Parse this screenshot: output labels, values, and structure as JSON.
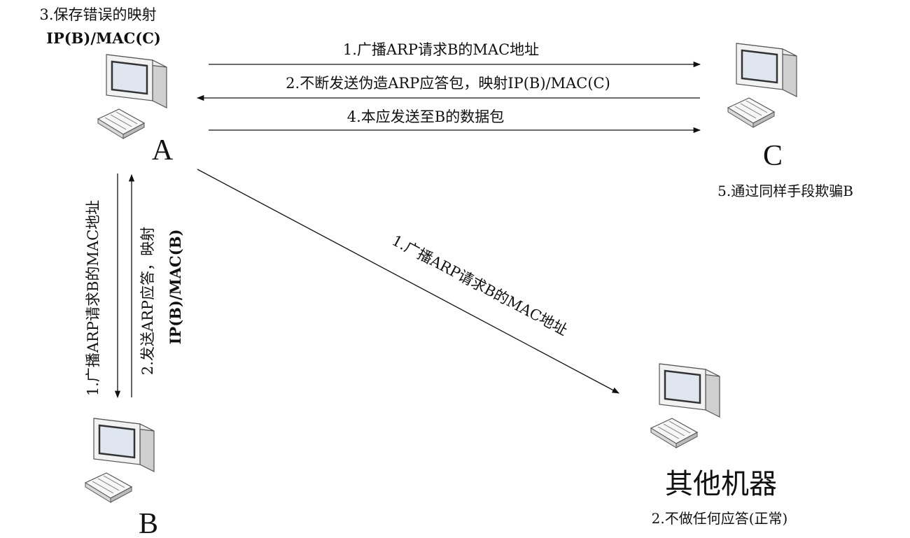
{
  "nodes": {
    "a": {
      "label": "A",
      "note_line1": "3.保存错误的映射",
      "note_line2": "IP(B)/MAC(C)"
    },
    "b": {
      "label": "B"
    },
    "c": {
      "label": "C",
      "note": "5.通过同样手段欺骗B"
    },
    "other": {
      "label": "其他机器",
      "note": "2.不做任何应答(正常)"
    }
  },
  "edges": {
    "a_to_c_broadcast": "1.广播ARP请求B的MAC地址",
    "c_to_a_forged_reply": "2.不断发送伪造ARP应答包，映射IP(B)/MAC(C)",
    "a_to_c_data": "4.本应发送至B的数据包",
    "a_to_b_broadcast": "1.广播ARP请求B的MAC地址",
    "b_to_a_reply_line1": "2.发送ARP应答，映射",
    "b_to_a_reply_line2": "IP(B)/MAC(B)",
    "a_to_other_broadcast": "1.广播ARP请求B的MAC地址"
  }
}
